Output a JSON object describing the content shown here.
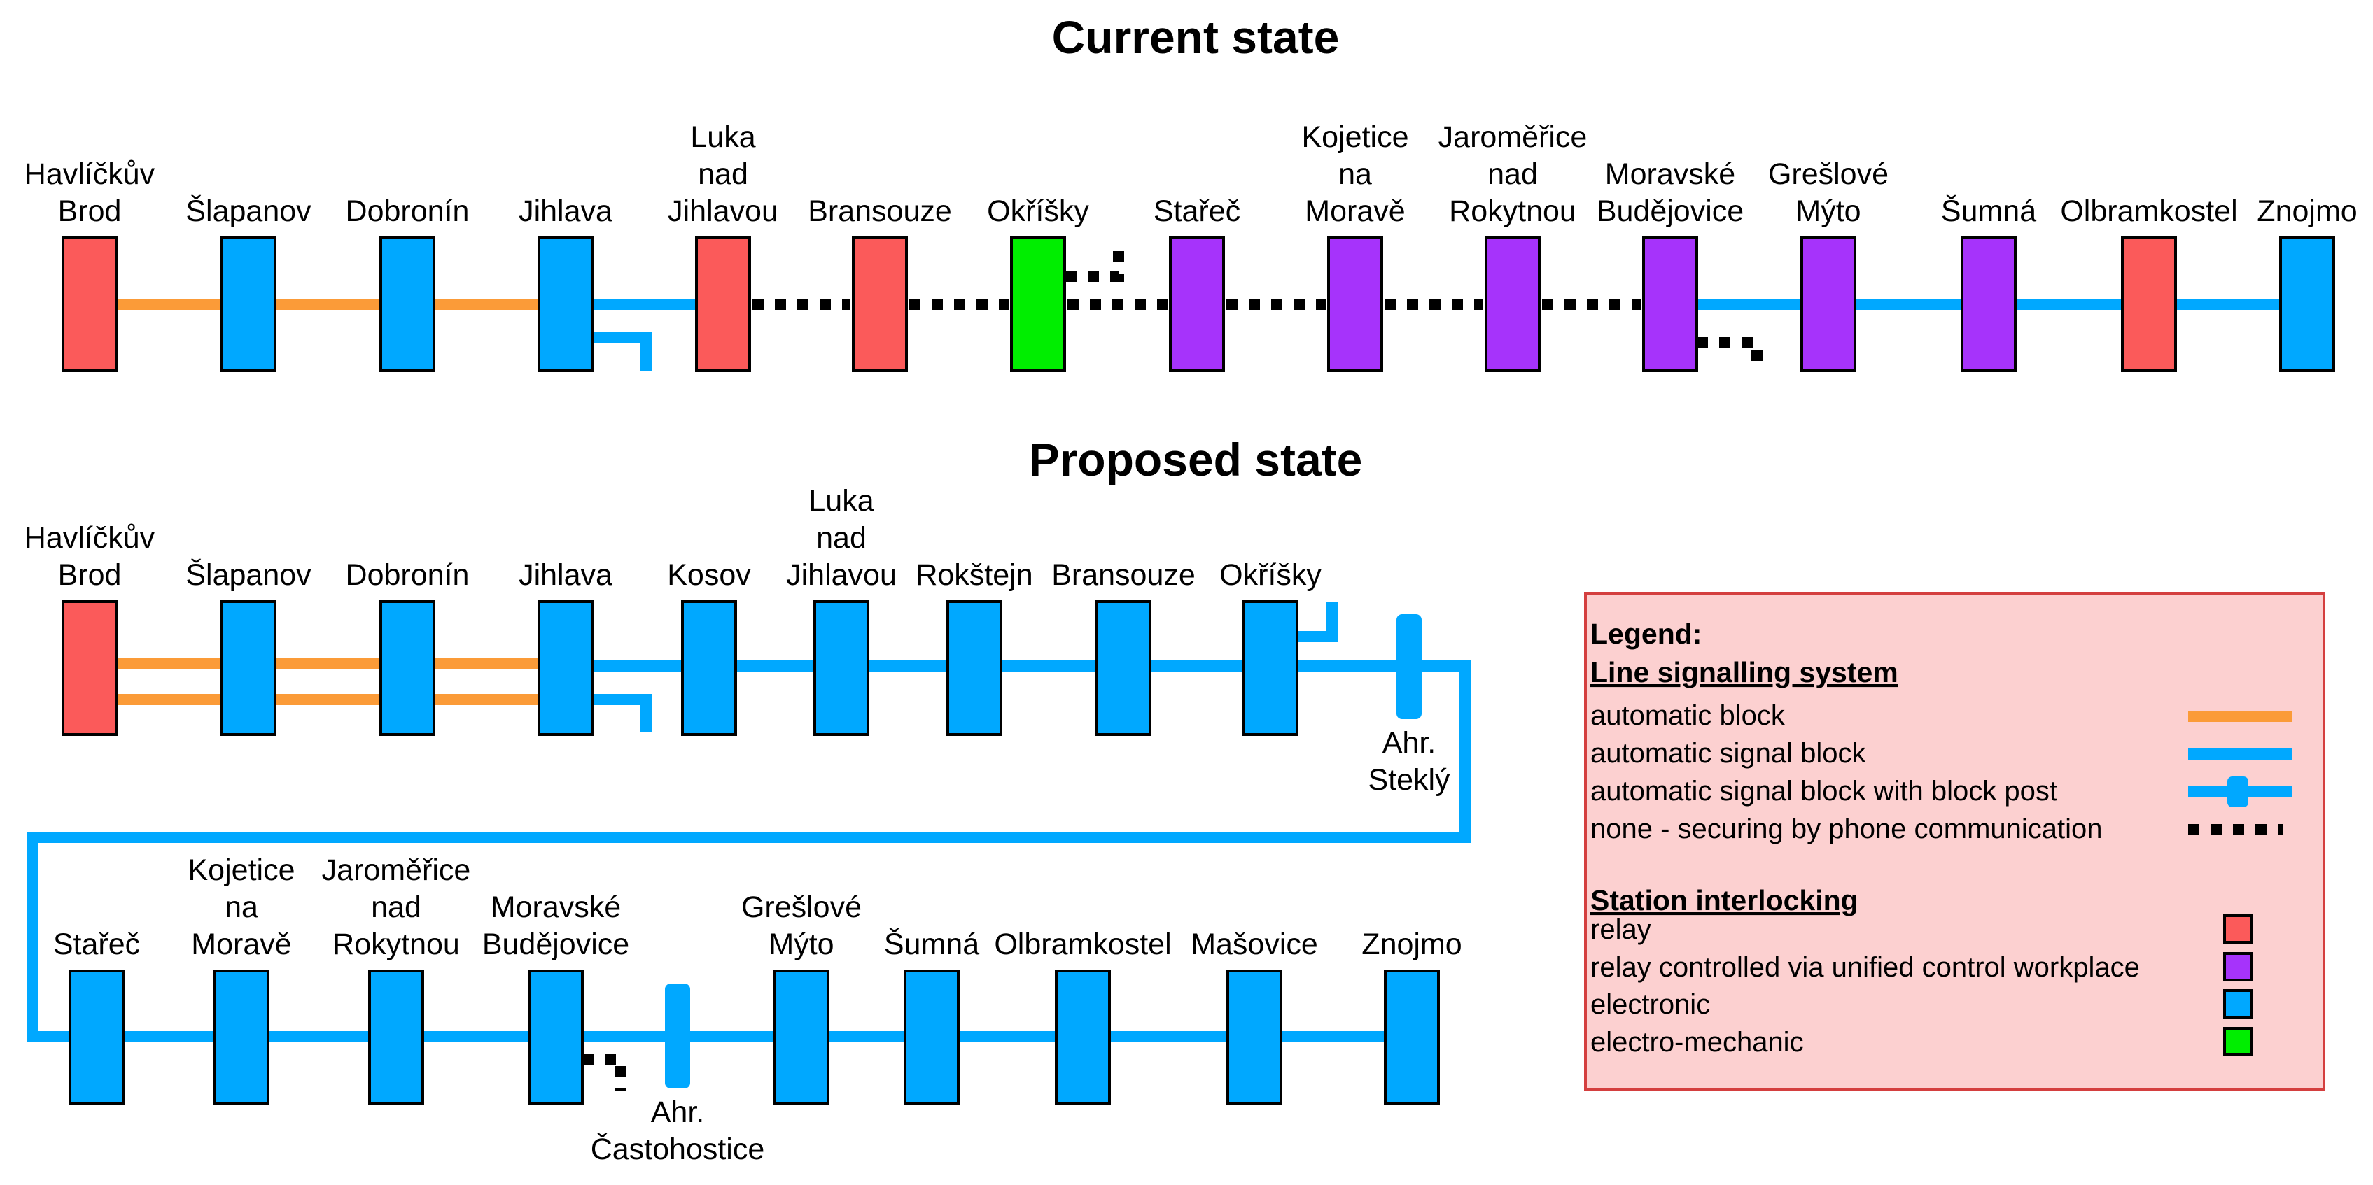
{
  "colors": {
    "automatic_block": "#fb9b38",
    "automatic_signal_block": "#00a8ff",
    "phone": "#000000",
    "relay": "#fb5a5a",
    "relay_ucw": "#a633fb",
    "electronic": "#00a8ff",
    "electro_mechanic": "#00ee00",
    "legend_bg": "#fcd0d0",
    "legend_border": "#d43f3f"
  },
  "current": {
    "title": "Current state",
    "stations": [
      {
        "lines": [
          "Havlíčkův",
          "Brod"
        ],
        "type": "relay"
      },
      {
        "lines": [
          "Šlapanov"
        ],
        "type": "electronic"
      },
      {
        "lines": [
          "Dobronín"
        ],
        "type": "electronic"
      },
      {
        "lines": [
          "Jihlava"
        ],
        "type": "electronic"
      },
      {
        "lines": [
          "Luka",
          "nad",
          "Jihlavou"
        ],
        "type": "relay"
      },
      {
        "lines": [
          "Bransouze"
        ],
        "type": "relay"
      },
      {
        "lines": [
          "Okříšky"
        ],
        "type": "electro_mechanic"
      },
      {
        "lines": [
          "Stařeč"
        ],
        "type": "relay_ucw"
      },
      {
        "lines": [
          "Kojetice",
          "na",
          "Moravě"
        ],
        "type": "relay_ucw"
      },
      {
        "lines": [
          "Jaroměřice",
          "nad",
          "Rokytnou"
        ],
        "type": "relay_ucw"
      },
      {
        "lines": [
          "Moravské",
          "Budějovice"
        ],
        "type": "relay_ucw"
      },
      {
        "lines": [
          "Grešlové",
          "Mýto"
        ],
        "type": "relay_ucw"
      },
      {
        "lines": [
          "Šumná"
        ],
        "type": "relay_ucw"
      },
      {
        "lines": [
          "Olbramkostel"
        ],
        "type": "relay"
      },
      {
        "lines": [
          "Znojmo"
        ],
        "type": "electronic"
      }
    ],
    "segments": [
      "automatic_block",
      "automatic_block",
      "automatic_block",
      "automatic_signal_block",
      "phone",
      "phone",
      "phone",
      "phone",
      "phone",
      "phone",
      "automatic_signal_block",
      "automatic_signal_block",
      "automatic_signal_block",
      "automatic_signal_block"
    ]
  },
  "proposed": {
    "title": "Proposed state",
    "row1": [
      {
        "lines": [
          "Havlíčkův",
          "Brod"
        ],
        "type": "relay"
      },
      {
        "lines": [
          "Šlapanov"
        ],
        "type": "electronic"
      },
      {
        "lines": [
          "Dobronín"
        ],
        "type": "electronic"
      },
      {
        "lines": [
          "Jihlava"
        ],
        "type": "electronic"
      },
      {
        "lines": [
          "Kosov"
        ],
        "type": "electronic"
      },
      {
        "lines": [
          "Luka",
          "nad",
          "Jihlavou"
        ],
        "type": "electronic"
      },
      {
        "lines": [
          "Rokštejn"
        ],
        "type": "electronic"
      },
      {
        "lines": [
          "Bransouze"
        ],
        "type": "electronic"
      },
      {
        "lines": [
          "Okříšky"
        ],
        "type": "electronic"
      }
    ],
    "row2": [
      {
        "lines": [
          "Stařeč"
        ],
        "type": "electronic"
      },
      {
        "lines": [
          "Kojetice",
          "na",
          "Moravě"
        ],
        "type": "electronic"
      },
      {
        "lines": [
          "Jaroměřice",
          "nad",
          "Rokytnou"
        ],
        "type": "electronic"
      },
      {
        "lines": [
          "Moravské",
          "Budějovice"
        ],
        "type": "electronic"
      },
      {
        "lines": [
          "Grešlové",
          "Mýto"
        ],
        "type": "electronic"
      },
      {
        "lines": [
          "Šumná"
        ],
        "type": "electronic"
      },
      {
        "lines": [
          "Olbramkostel"
        ],
        "type": "electronic"
      },
      {
        "lines": [
          "Mašovice"
        ],
        "type": "electronic"
      },
      {
        "lines": [
          "Znojmo"
        ],
        "type": "electronic"
      }
    ],
    "block_posts": [
      {
        "lines": [
          "Ahr.",
          "Steklý"
        ]
      },
      {
        "lines": [
          "Ahr.",
          "Častohostice"
        ]
      }
    ]
  },
  "legend": {
    "title": "Legend:",
    "line_heading": "Line signalling system",
    "line_items": [
      {
        "label": "automatic block",
        "style": "automatic_block"
      },
      {
        "label": "automatic signal block",
        "style": "automatic_signal_block"
      },
      {
        "label": "automatic signal block with block post",
        "style": "block_post"
      },
      {
        "label": "none - securing by phone communication",
        "style": "phone"
      }
    ],
    "station_heading": "Station interlocking",
    "station_items": [
      {
        "label": "relay",
        "type": "relay"
      },
      {
        "label": "relay controlled via unified control workplace",
        "type": "relay_ucw"
      },
      {
        "label": "electronic",
        "type": "electronic"
      },
      {
        "label": "electro-mechanic",
        "type": "electro_mechanic"
      }
    ]
  }
}
